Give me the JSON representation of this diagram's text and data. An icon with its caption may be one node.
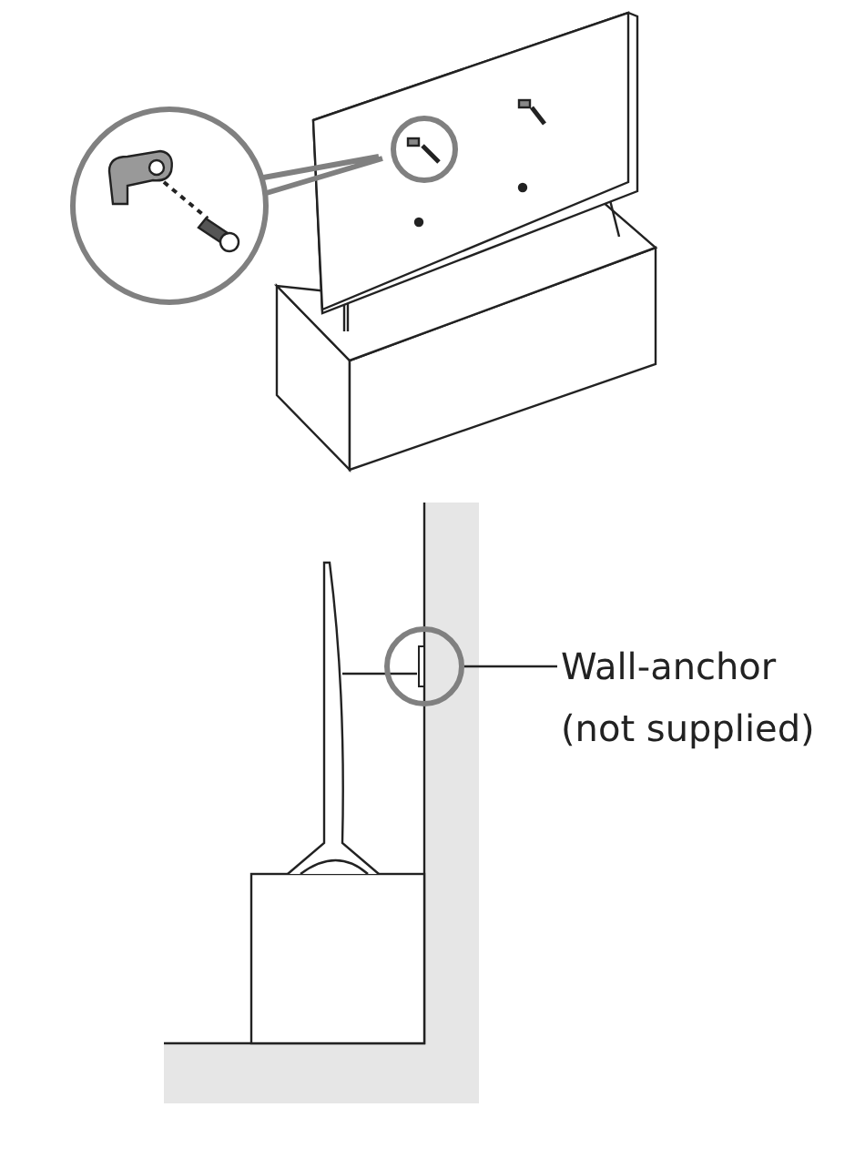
{
  "diagram": {
    "nodes": [
      {
        "text": [
          "Wall-anchor (not supplied)"
        ]
      },
      {
        "text": [],
        "shape": "circle"
      }
    ],
    "edges": [
      {
        "from": 0,
        "to": 1,
        "arrow": "none"
      }
    ]
  }
}
